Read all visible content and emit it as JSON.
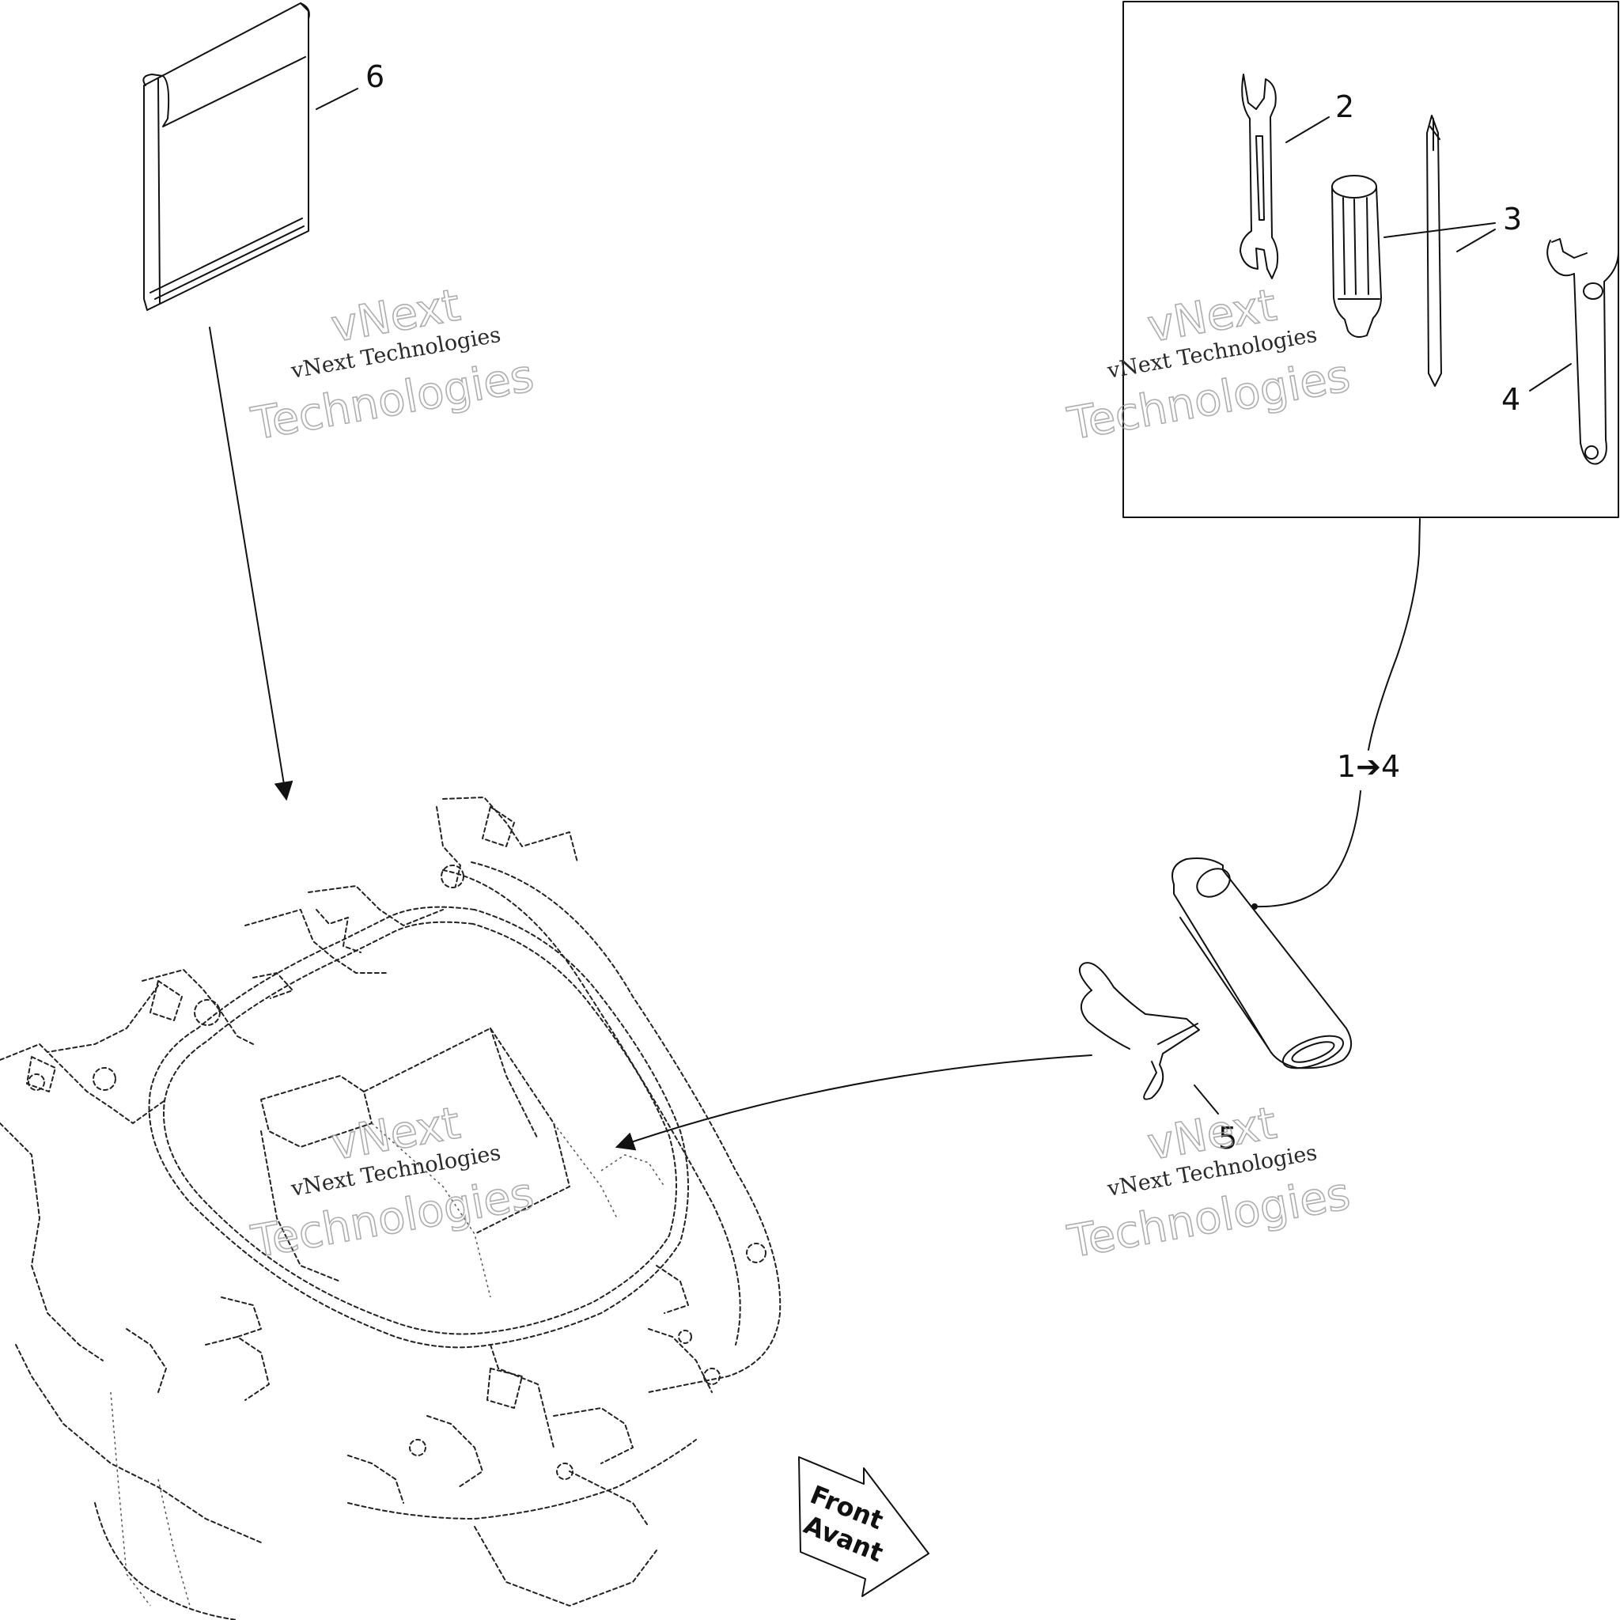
{
  "callouts": {
    "item_2": "2",
    "item_3": "3",
    "item_4": "4",
    "item_5": "5",
    "item_6": "6",
    "kit": "1➔4"
  },
  "front_arrow": {
    "line1": "Front",
    "line2": "Avant"
  },
  "watermark": {
    "small": "vNext Technologies",
    "line1": "vNext",
    "line2": "Technologies"
  }
}
